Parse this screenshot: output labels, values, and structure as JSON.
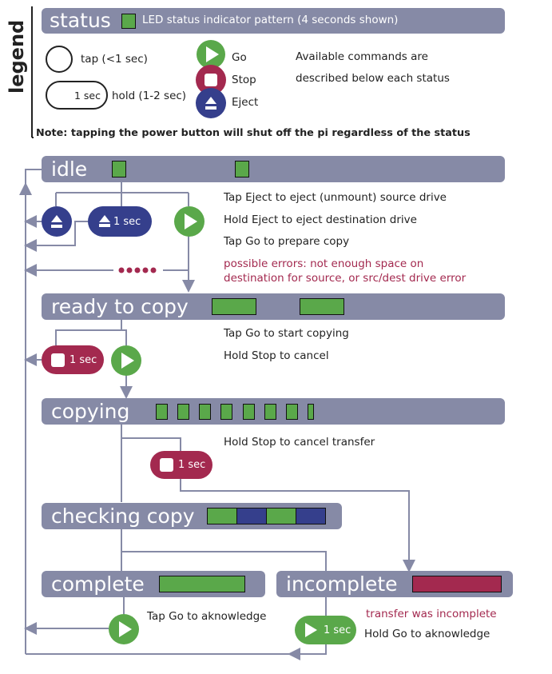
{
  "colors": {
    "bar": "#868aa6",
    "led_green": "#5aa84a",
    "led_navy": "#353f8c",
    "led_red": "#a3294f",
    "go": "#5aa84a",
    "stop": "#a3294f",
    "eject": "#353f8c",
    "error_text": "#a3294f",
    "line": "#868aa6"
  },
  "legend": {
    "vertical_label": "legend",
    "status_bar_title": "status",
    "status_bar_caption": "LED status indicator pattern (4 seconds shown)",
    "tap_label": "tap (<1 sec)",
    "hold_inner": "1 sec",
    "hold_label": "hold (1-2 sec)",
    "go_label": "Go",
    "stop_label": "Stop",
    "eject_label": "Eject",
    "commands_line1": "Available commands are",
    "commands_line2": "described below each status",
    "note": "Note: tapping the power button will shut off the pi regardless of the status"
  },
  "states": {
    "idle": {
      "title": "idle",
      "led_pattern": [
        "green",
        "off",
        "green",
        "off"
      ],
      "instructions": [
        "Tap Eject to eject (unmount) source drive",
        "Hold Eject to eject destination drive",
        "Tap Go to prepare copy"
      ],
      "error_line1": "possible errors: not enough space on",
      "error_line2": "destination for source, or src/dest drive error",
      "hold_eject_label": "1 sec"
    },
    "ready": {
      "title": "ready to copy",
      "led_pattern": [
        "green",
        "off",
        "green",
        "off"
      ],
      "instructions": [
        "Tap Go to start copying",
        "Hold Stop to cancel"
      ],
      "hold_stop_label": "1 sec"
    },
    "copying": {
      "title": "copying",
      "led_pattern": [
        "green",
        "green",
        "green",
        "green",
        "green",
        "green",
        "green",
        "green"
      ],
      "instructions": [
        "Hold Stop to cancel transfer"
      ],
      "hold_stop_label": "1 sec"
    },
    "checking": {
      "title": "checking copy",
      "led_pattern": [
        "green",
        "navy",
        "green",
        "navy"
      ]
    },
    "complete": {
      "title": "complete",
      "led_pattern": [
        "green"
      ],
      "instructions": [
        "Tap Go to aknowledge"
      ]
    },
    "incomplete": {
      "title": "incomplete",
      "led_pattern": [
        "red"
      ],
      "error_line": "transfer was incomplete",
      "instructions": [
        "Hold Go to aknowledge"
      ],
      "hold_go_label": "1 sec"
    }
  }
}
